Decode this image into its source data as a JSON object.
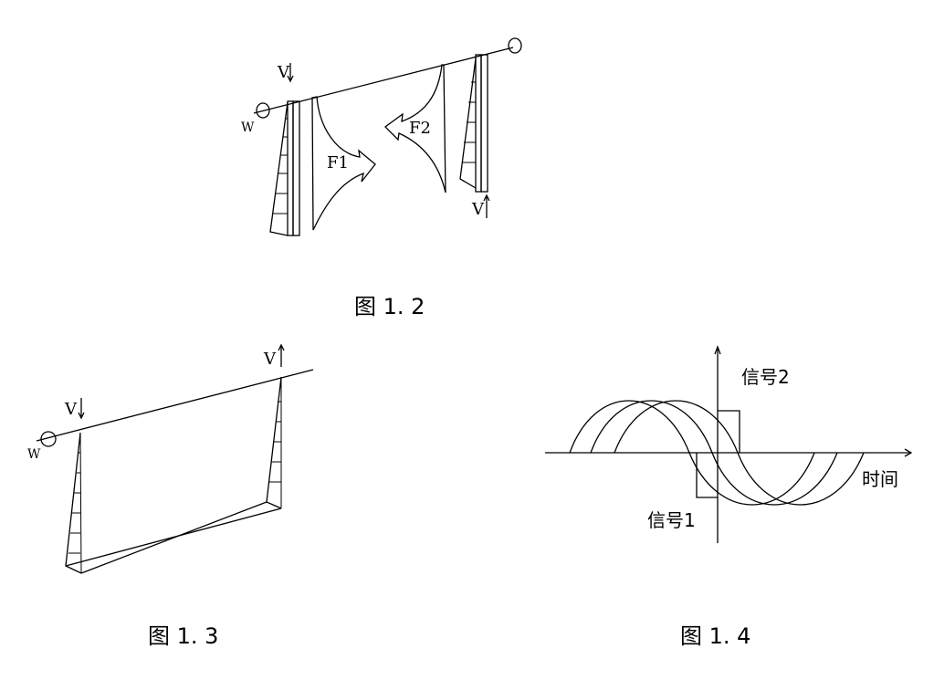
{
  "fig12": {
    "caption": "图 1. 2",
    "label_v_top": "V",
    "label_w": "W",
    "label_f1": "F1",
    "label_f2": "F2",
    "label_v_bottom": "V"
  },
  "fig13": {
    "caption": "图 1. 3",
    "label_v_left": "V",
    "label_v_right": "V",
    "label_w": "W"
  },
  "fig14": {
    "caption": "图 1. 4",
    "label_signal2": "信号2",
    "label_signal1": "信号1",
    "label_time": "时间"
  }
}
